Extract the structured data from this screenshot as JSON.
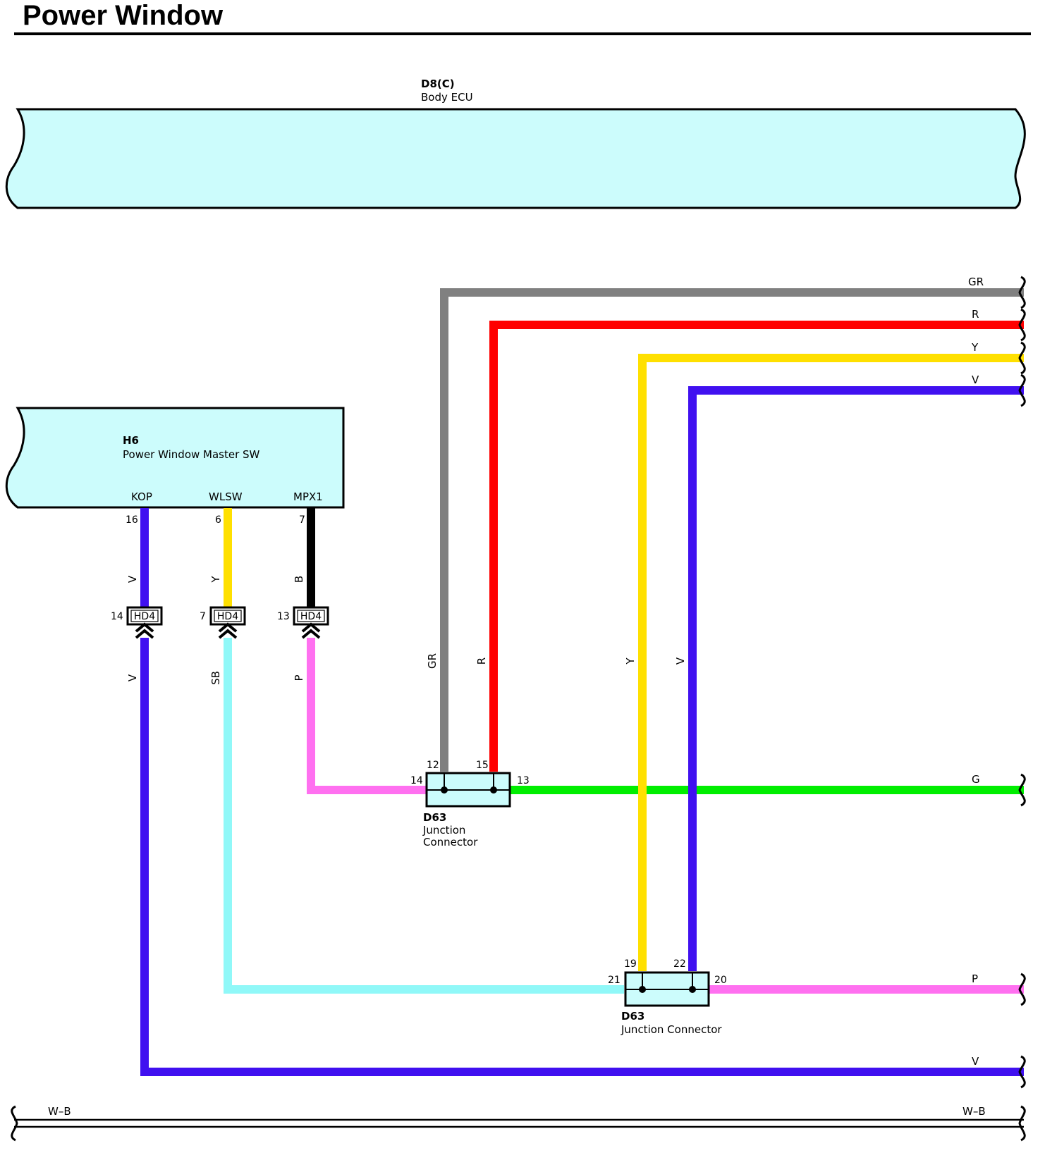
{
  "title": "Power Window",
  "ecu": {
    "id": "D8(C)",
    "name": "Body ECU"
  },
  "master_switch": {
    "id": "H6",
    "name": "Power Window Master SW",
    "terminals": [
      {
        "name": "KOP",
        "pin": "16"
      },
      {
        "name": "WLSW",
        "pin": "6"
      },
      {
        "name": "MPX1",
        "pin": "7"
      }
    ]
  },
  "hd4_connectors": [
    {
      "label": "HD4",
      "pin": "14",
      "upper_wire": "V",
      "lower_wire": "V"
    },
    {
      "label": "HD4",
      "pin": "7",
      "upper_wire": "Y",
      "lower_wire": "SB"
    },
    {
      "label": "HD4",
      "pin": "13",
      "upper_wire": "B",
      "lower_wire": "P"
    }
  ],
  "junction_upper": {
    "id": "D63",
    "name_line1": "Junction",
    "name_line2": "Connector",
    "pins": {
      "left": "14",
      "top_a": "12",
      "top_b": "15",
      "right": "13"
    }
  },
  "junction_lower": {
    "id": "D63",
    "name": "Junction Connector",
    "pins": {
      "left": "21",
      "top_a": "19",
      "top_b": "22",
      "right": "20"
    }
  },
  "wire_labels": {
    "gr_right": "GR",
    "r_right": "R",
    "y_right": "Y",
    "v_right": "V",
    "g_right": "G",
    "p_right": "P",
    "v_bottom_right": "V",
    "gr_vertical": "GR",
    "r_vertical": "R",
    "y_vertical": "Y",
    "v_vertical": "V",
    "wb_left": "W–B",
    "wb_right": "W–B"
  },
  "colors": {
    "gray": "#808080",
    "red": "#ff0000",
    "yellow": "#ffe000",
    "violet": "#4010f0",
    "green": "#00ee00",
    "pink": "#ff70f0",
    "skyblue": "#90f8f8",
    "black": "#000000",
    "component_fill": "#ccfcfc"
  }
}
